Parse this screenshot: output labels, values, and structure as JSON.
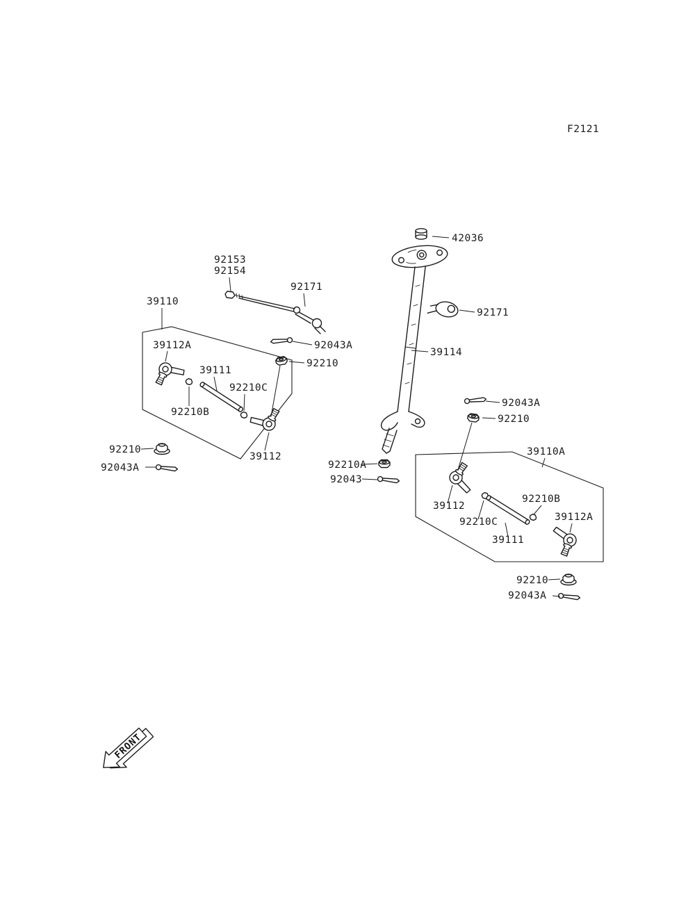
{
  "figure_code": "F2121",
  "front_label": "FRONT",
  "labels": {
    "cap": "42036",
    "bolt_a": "92153",
    "bolt_b": "92154",
    "arm_upper": "92171",
    "assembly_left": "39110",
    "clamp_right": "92171",
    "pin_mid": "92043A",
    "stem": "39114",
    "nut_mid": "92210",
    "tierod_end_a_left": "39112A",
    "rod_left": "39111",
    "nut_c_left": "92210C",
    "nut_b_left": "92210B",
    "tierod_end_left": "39112",
    "nut_left": "92210",
    "pin_left": "92043A",
    "nut_a_center": "92210A",
    "pin_center": "92043",
    "pin_right_upper": "92043A",
    "nut_right_upper": "92210",
    "assembly_right": "39110A",
    "tierod_end_right": "39112",
    "nut_b_right": "92210B",
    "nut_c_right": "92210C",
    "rod_right": "39111",
    "tierod_end_a_right": "39112A",
    "nut_right_bottom": "92210",
    "pin_right_bottom": "92043A"
  }
}
